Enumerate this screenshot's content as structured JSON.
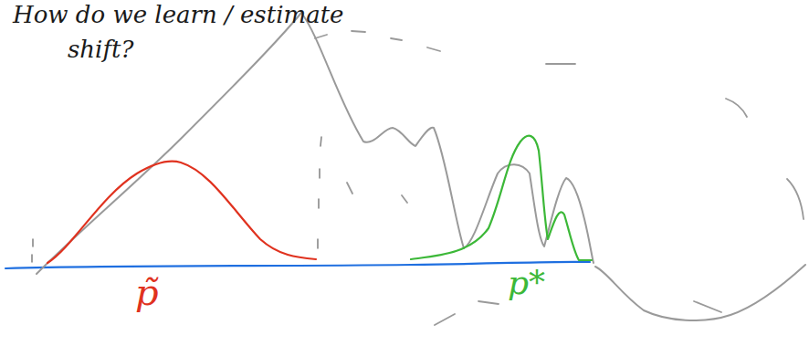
{
  "diagram": {
    "labels": [
      "How do we learn / estimate",
      "shift?",
      "p̃",
      "p*"
    ]
  }
}
